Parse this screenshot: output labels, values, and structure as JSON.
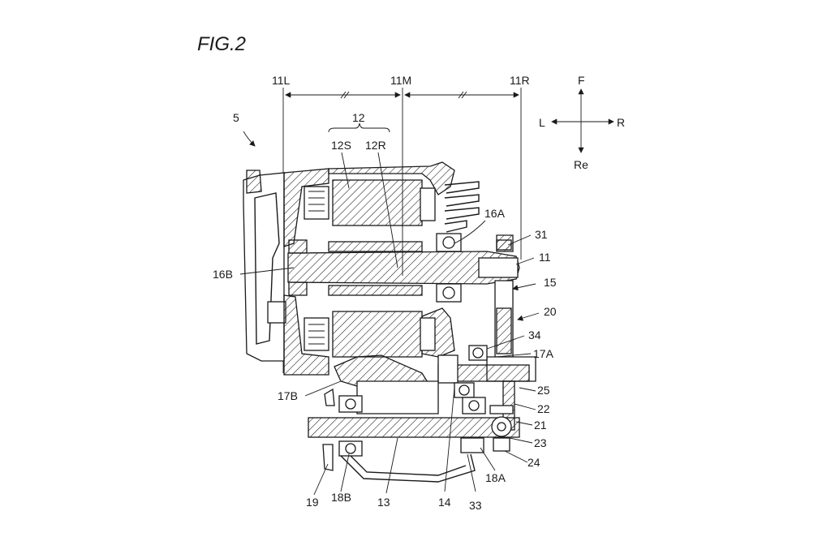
{
  "figure": {
    "title": "FIG.2"
  },
  "dimensions": {
    "left": "11L",
    "mid": "11M",
    "right": "11R"
  },
  "directions": {
    "front": "F",
    "left": "L",
    "right": "R",
    "rear": "Re"
  },
  "labels": {
    "l5": "5",
    "l12": "12",
    "l12S": "12S",
    "l12R": "12R",
    "l16A": "16A",
    "l31": "31",
    "l11": "11",
    "l15": "15",
    "l20": "20",
    "l34": "34",
    "l17A": "17A",
    "l25": "25",
    "l22": "22",
    "l21": "21",
    "l23": "23",
    "l24": "24",
    "l16B": "16B",
    "l17B": "17B",
    "l19": "19",
    "l18B": "18B",
    "l13": "13",
    "l14": "14",
    "l33": "33",
    "l18A": "18A"
  }
}
